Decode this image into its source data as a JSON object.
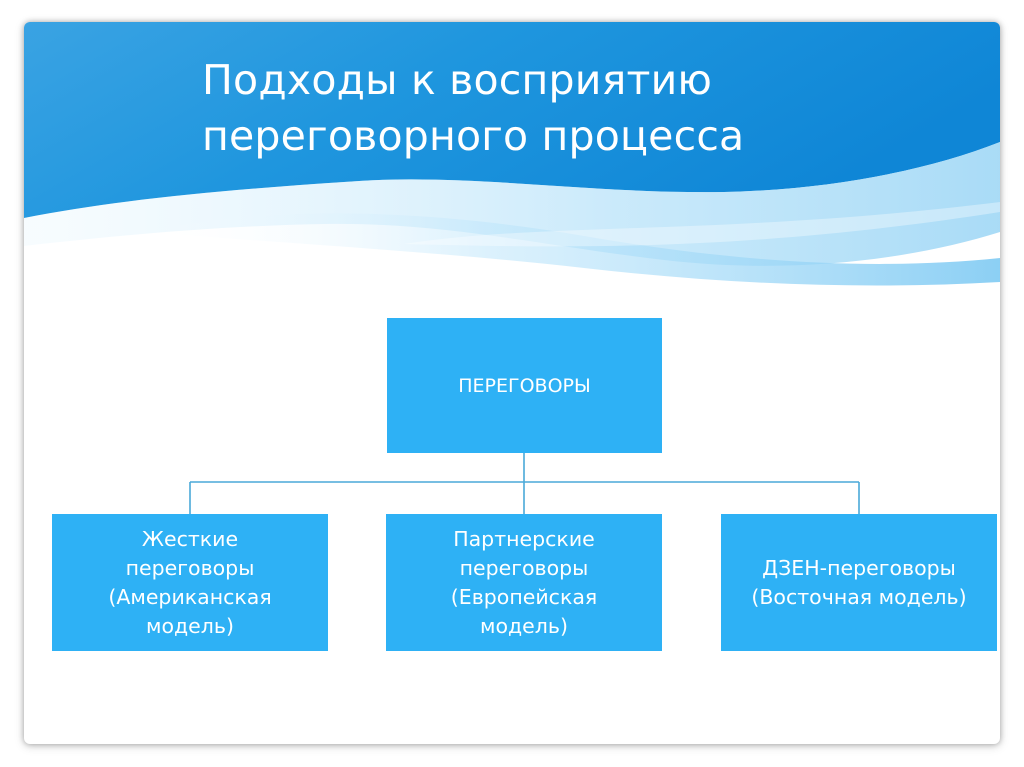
{
  "slide": {
    "title_lines": [
      "Подходы к восприятию",
      "переговорного процесса"
    ]
  },
  "diagram": {
    "root": {
      "label": "ПЕРЕГОВОРЫ"
    },
    "children": [
      {
        "label": "Жесткие\nпереговоры\n(Американская\nмодель)"
      },
      {
        "label": "Партнерские\nпереговоры\n(Европейская\nмодель)"
      },
      {
        "label": "ДЗЕН-переговоры\n(Восточная модель)"
      }
    ]
  },
  "colors": {
    "header_blue_dark": "#1a8fd9",
    "header_blue_light": "#8fd0f6",
    "node_fill": "#2eb1f5",
    "connector": "#4aa9d8"
  }
}
